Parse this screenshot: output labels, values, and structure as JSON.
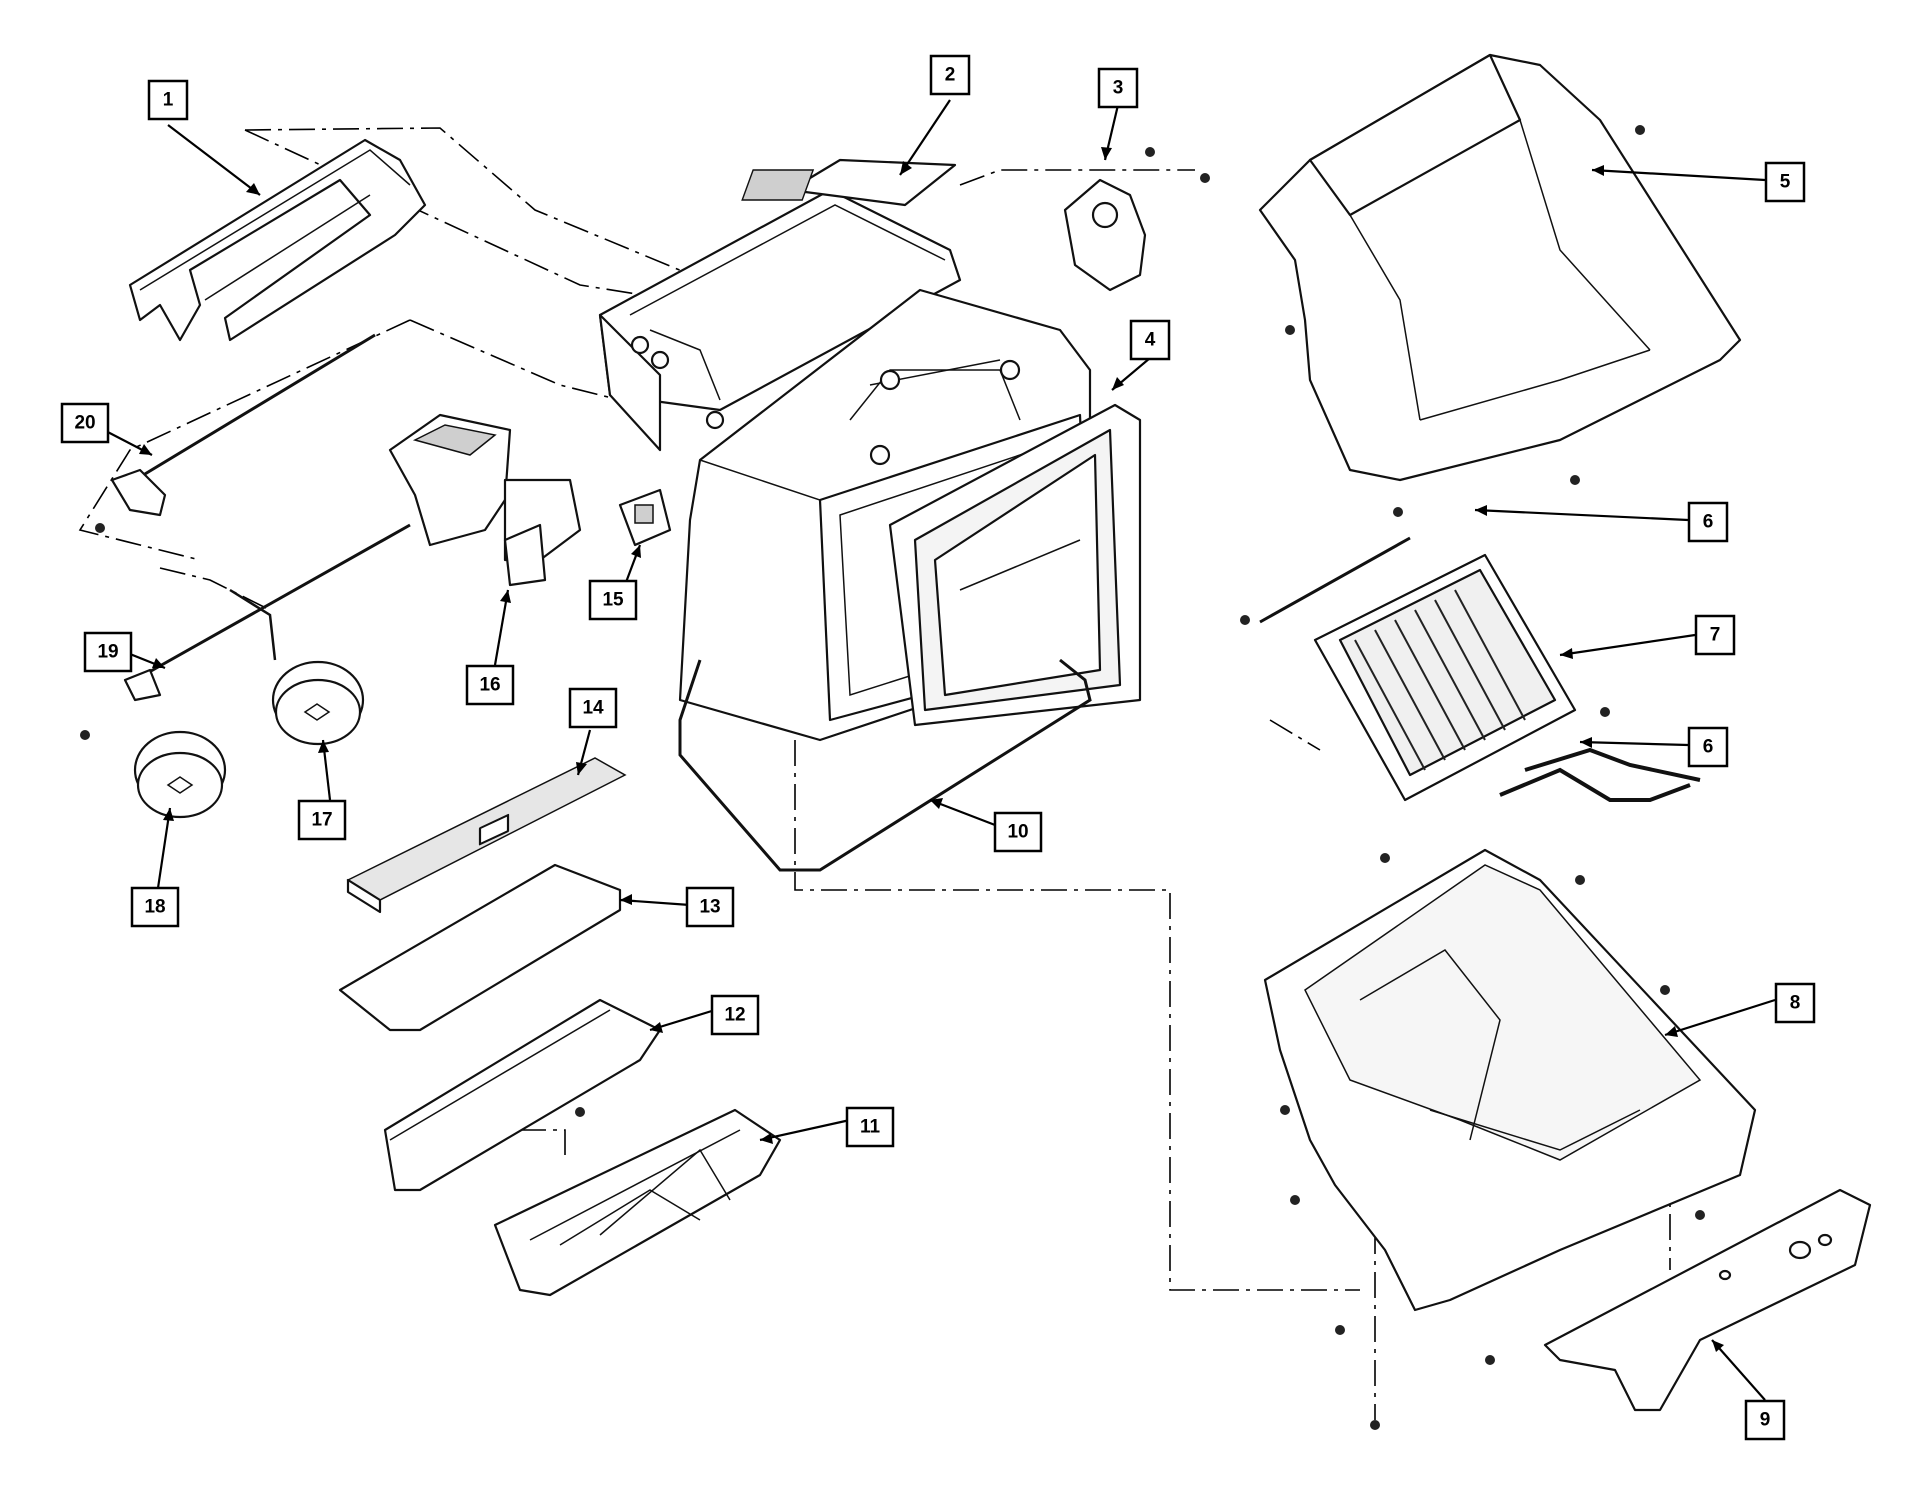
{
  "callouts": [
    {
      "id": "1",
      "label": "1"
    },
    {
      "id": "2",
      "label": "2"
    },
    {
      "id": "3",
      "label": "3"
    },
    {
      "id": "4",
      "label": "4"
    },
    {
      "id": "5",
      "label": "5"
    },
    {
      "id": "6a",
      "label": "6"
    },
    {
      "id": "6b",
      "label": "6"
    },
    {
      "id": "7",
      "label": "7"
    },
    {
      "id": "8",
      "label": "8"
    },
    {
      "id": "9",
      "label": "9"
    },
    {
      "id": "10",
      "label": "10"
    },
    {
      "id": "11",
      "label": "11"
    },
    {
      "id": "12",
      "label": "12"
    },
    {
      "id": "13",
      "label": "13"
    },
    {
      "id": "14",
      "label": "14"
    },
    {
      "id": "15",
      "label": "15"
    },
    {
      "id": "16",
      "label": "16"
    },
    {
      "id": "17",
      "label": "17"
    },
    {
      "id": "18",
      "label": "18"
    },
    {
      "id": "19",
      "label": "19"
    },
    {
      "id": "20",
      "label": "20"
    }
  ],
  "colors": {
    "ink": "#000000",
    "paper": "#ffffff",
    "shade": "#cfcfcf"
  }
}
